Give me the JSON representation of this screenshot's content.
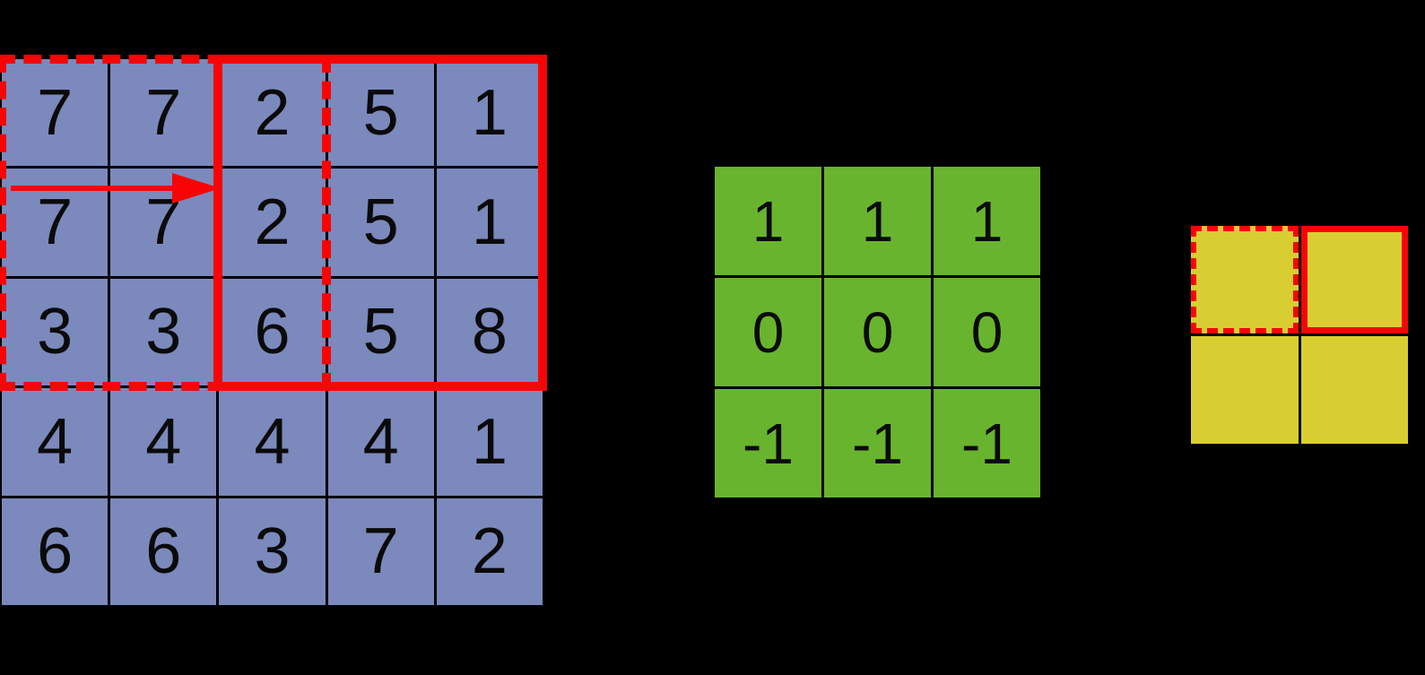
{
  "diagram": {
    "description": "2D convolution: sliding 3x3 window over 5x5 input with stride 2, 3x3 kernel, 2x2 output map",
    "input_grid": {
      "rows": 5,
      "cols": 5,
      "values": [
        [
          7,
          7,
          2,
          5,
          1
        ],
        [
          7,
          7,
          2,
          5,
          1
        ],
        [
          3,
          3,
          6,
          5,
          8
        ],
        [
          4,
          4,
          4,
          4,
          1
        ],
        [
          6,
          6,
          3,
          7,
          2
        ]
      ]
    },
    "kernel_grid": {
      "rows": 3,
      "cols": 3,
      "values": [
        [
          1,
          1,
          1
        ],
        [
          0,
          0,
          0
        ],
        [
          -1,
          -1,
          -1
        ]
      ]
    },
    "output_grid": {
      "rows": 2,
      "cols": 2,
      "values": [
        [
          "",
          ""
        ],
        [
          "",
          ""
        ]
      ]
    },
    "overlays": {
      "previous_window": {
        "style": "dashed",
        "rows": "0-2",
        "cols": "0-2"
      },
      "current_window": {
        "style": "solid",
        "rows": "0-2",
        "cols": "2-4"
      },
      "stride_arrow": {
        "direction": "right",
        "row": 1,
        "from_col": 0,
        "to_col": 2
      },
      "output_previous_cell": {
        "style": "dashed",
        "row": 0,
        "col": 0
      },
      "output_current_cell": {
        "style": "solid",
        "row": 0,
        "col": 1
      }
    }
  },
  "colors": {
    "bg": "#000000",
    "line": "#000000",
    "digit": "#0a0a0a",
    "input-fill": "#7b89bc",
    "kernel-fill": "#69b42e",
    "output-fill": "#d9ce31",
    "highlight": "#f70505"
  }
}
